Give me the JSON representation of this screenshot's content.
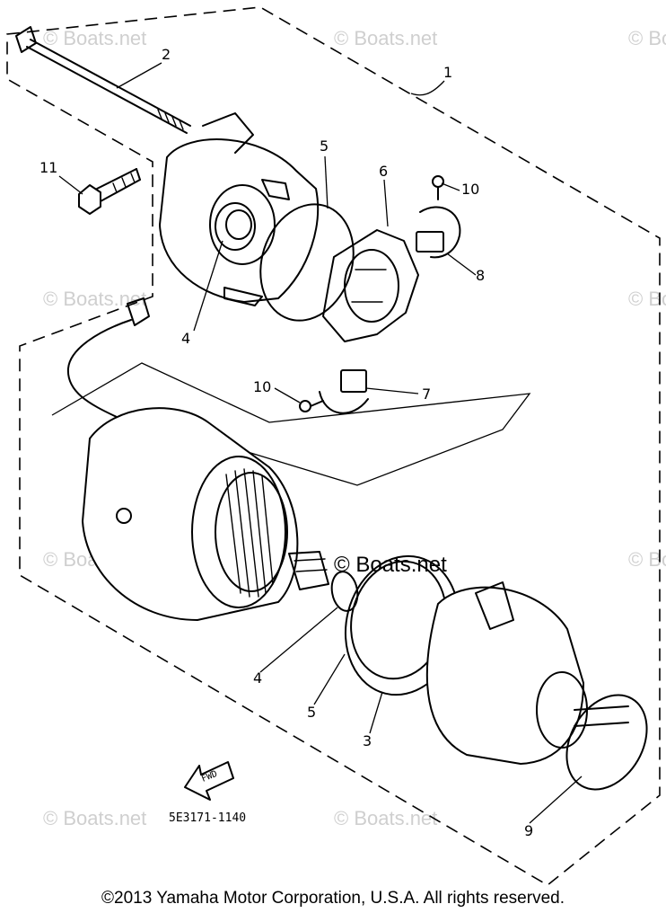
{
  "watermarks": [
    "© Boats.net",
    "© Boats.net",
    "© Boats.net",
    "© Boats.net",
    "© Boats.net",
    "© Boats.net",
    "© Boats.net",
    "© Boats.net",
    "© Boats.net"
  ],
  "watermark_dark": "© Boats.net",
  "callouts": {
    "c1": "1",
    "c2": "2",
    "c3": "3",
    "c4a": "4",
    "c4b": "4",
    "c5a": "5",
    "c5b": "5",
    "c6": "6",
    "c7": "7",
    "c8": "8",
    "c9": "9",
    "c10a": "10",
    "c10b": "10",
    "c11": "11"
  },
  "arrow_label": "FWD",
  "part_code": "5E3171-1140",
  "copyright": "©2013 Yamaha Motor Corporation, U.S.A. All rights reserved."
}
